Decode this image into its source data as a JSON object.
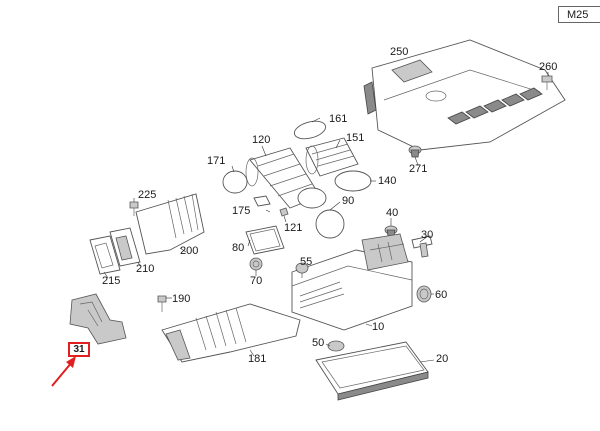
{
  "diagram_code": "M25",
  "labels": {
    "p250": "250",
    "p260": "260",
    "p271": "271",
    "p161": "161",
    "p151": "151",
    "p120": "120",
    "p171": "171",
    "p140": "140",
    "p225": "225",
    "p175": "175",
    "p121": "121",
    "p90": "90",
    "p40": "40",
    "p30": "30",
    "p80": "80",
    "p200": "200",
    "p210": "210",
    "p215": "215",
    "p55": "55",
    "p70": "70",
    "p60": "60",
    "p190": "190",
    "p31": "31",
    "p10": "10",
    "p181": "181",
    "p50": "50",
    "p20": "20"
  },
  "colors": {
    "highlight": "#e02020",
    "line_art": "#555555",
    "shade": "#c9c9c9"
  }
}
